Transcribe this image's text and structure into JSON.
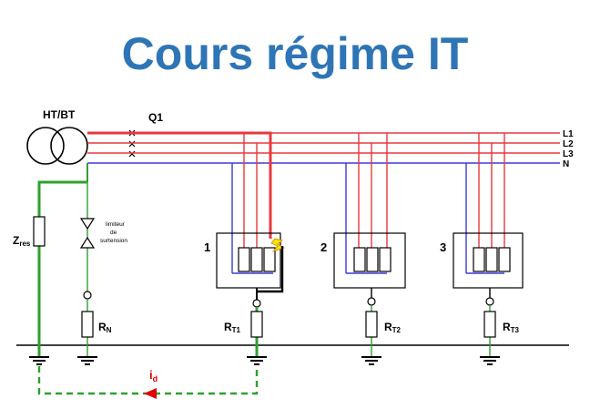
{
  "title": "Cours régime IT",
  "labels": {
    "transformer": "HT/BT",
    "breaker": "Q1",
    "zres": "Z",
    "zres_sub": "res",
    "limiter_1": "limiteur",
    "limiter_2": "de",
    "limiter_3": "surtension",
    "rn": "R",
    "rn_sub": "N",
    "rt1": "R",
    "rt1_sub": "T1",
    "rt2": "R",
    "rt2_sub": "T2",
    "rt3": "R",
    "rt3_sub": "T3",
    "id": "i",
    "id_sub": "d"
  },
  "lines": [
    {
      "name": "L1",
      "color": "#e8383d"
    },
    {
      "name": "L2",
      "color": "#e8383d"
    },
    {
      "name": "L3",
      "color": "#e8383d"
    },
    {
      "name": "N",
      "color": "#3b3bd9"
    }
  ],
  "loads": [
    {
      "number": "1"
    },
    {
      "number": "2"
    },
    {
      "number": "3"
    }
  ],
  "colors": {
    "title": "#2e75b6",
    "phase": "#e8383d",
    "neutral": "#3b3bd9",
    "earth": "#2ea02e",
    "fault": "#e00000"
  }
}
